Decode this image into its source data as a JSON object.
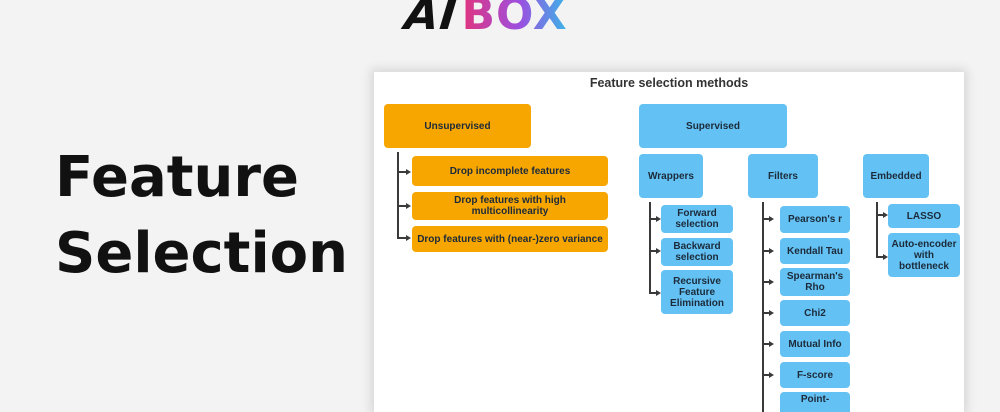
{
  "logo": {
    "ai": "AI",
    "box": "BOX"
  },
  "page_title": {
    "line1": "Feature",
    "line2": "Selection"
  },
  "diagram": {
    "title": "Feature selection methods",
    "unsupervised": {
      "label": "Unsupervised",
      "children": [
        "Drop incomplete features",
        "Drop features with high multicollinearity",
        "Drop features with (near-)zero variance"
      ]
    },
    "supervised": {
      "label": "Supervised",
      "groups": [
        {
          "label": "Wrappers",
          "children": [
            "Forward selection",
            "Backward selection",
            "Recursive Feature Elimination"
          ]
        },
        {
          "label": "Filters",
          "children": [
            "Pearson's r",
            "Kendall Tau",
            "Spearman's Rho",
            "Chi2",
            "Mutual Info",
            "F-score",
            "Point-"
          ]
        },
        {
          "label": "Embedded",
          "children": [
            "LASSO",
            "Auto-encoder with bottleneck"
          ]
        }
      ]
    },
    "colors": {
      "unsupervised": "#f7a600",
      "supervised": "#63c2f3"
    }
  }
}
